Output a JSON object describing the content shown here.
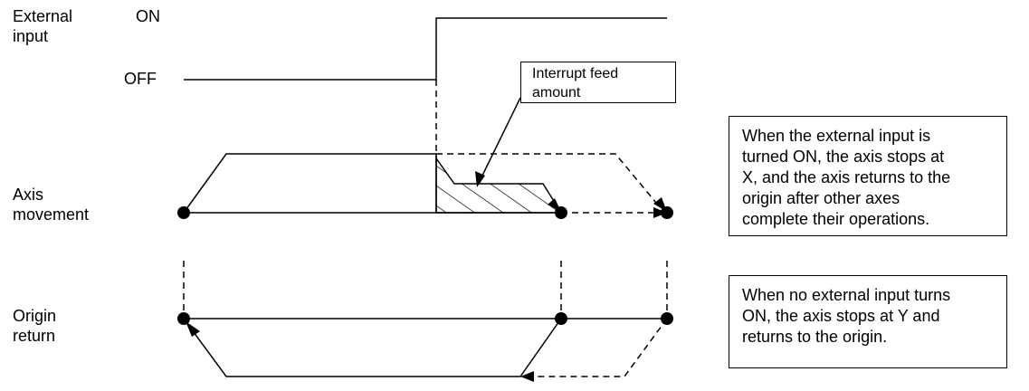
{
  "labels": {
    "external_input": [
      "External",
      "input"
    ],
    "on": "ON",
    "off": "OFF",
    "axis_movement": [
      "Axis",
      "movement"
    ],
    "origin_return": [
      "Origin",
      "return"
    ]
  },
  "callout": [
    "Interrupt feed",
    "amount"
  ],
  "notes": {
    "external_on": [
      "When the external input is",
      "turned ON, the axis stops at",
      "X, and the axis returns to the",
      "origin after other axes",
      "complete their operations."
    ],
    "no_external": [
      "When no external input turns",
      "ON, the axis stops at Y and",
      "returns to the origin."
    ]
  }
}
